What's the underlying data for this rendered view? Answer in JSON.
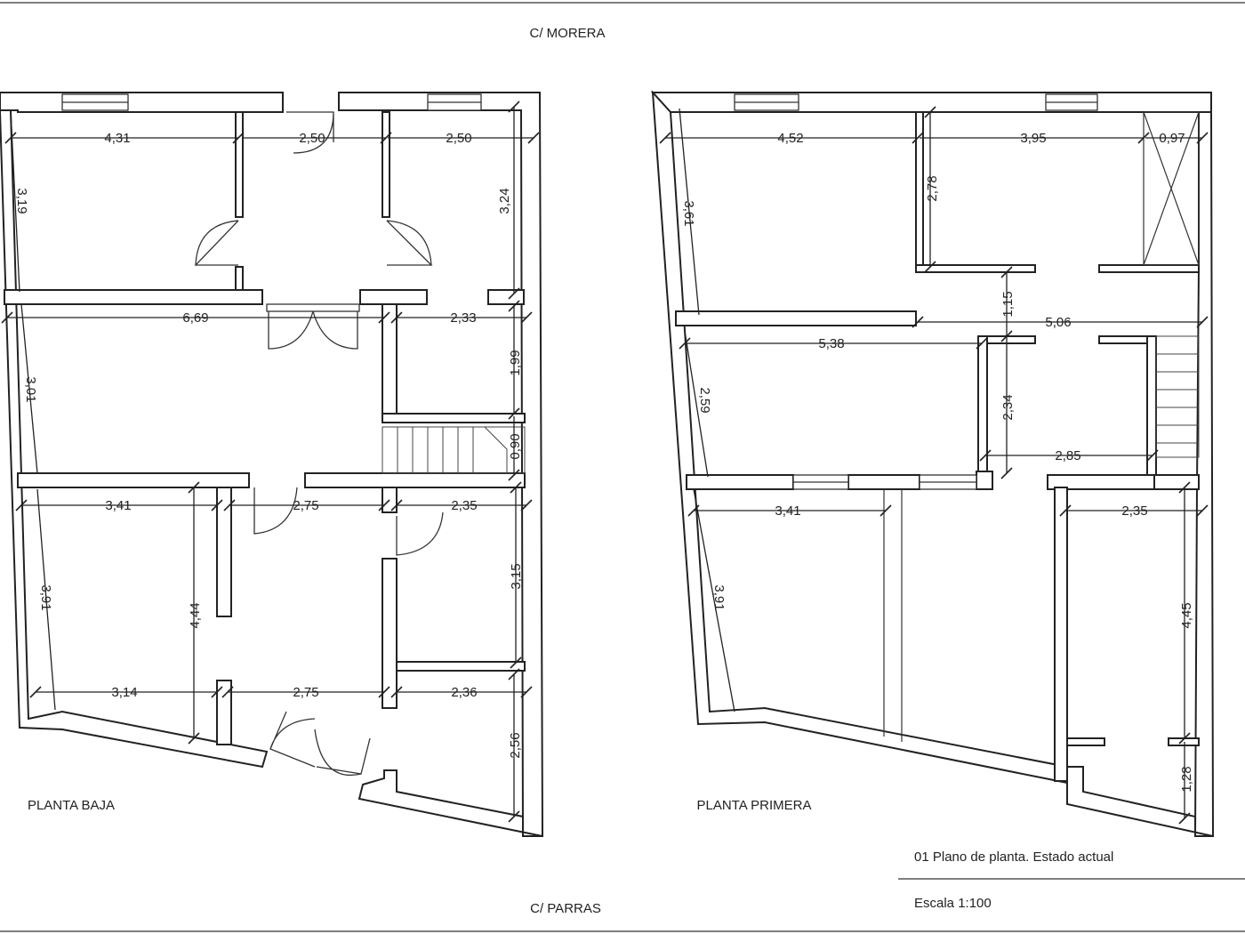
{
  "street_top": "C/ MORERA",
  "street_bottom": "C/ PARRAS",
  "floor_ground_label": "PLANTA BAJA",
  "floor_first_label": "PLANTA PRIMERA",
  "title_block": {
    "title": "01 Plano de planta. Estado actual",
    "scale": "Escala 1:100"
  },
  "ground_dims": {
    "d431": "4,31",
    "d250a": "2,50",
    "d250b": "2,50",
    "d319": "3,19",
    "d324": "3,24",
    "d669": "6,69",
    "d233": "2,33",
    "d301": "3,01",
    "d199": "1,99",
    "d090": "0,90",
    "d341": "3,41",
    "d275a": "2,75",
    "d235": "2,35",
    "d391": "3,91",
    "d444": "4,44",
    "d315": "3,15",
    "d314": "3,14",
    "d275b": "2,75",
    "d236": "2,36",
    "d256": "2,56"
  },
  "first_dims": {
    "d452": "4,52",
    "d395": "3,95",
    "d097": "0,97",
    "d361": "3,61",
    "d278": "2,78",
    "d115": "1,15",
    "d506": "5,06",
    "d538": "5,38",
    "d259": "2,59",
    "d234": "2,34",
    "d285": "2,85",
    "d341": "3,41",
    "d235": "2,35",
    "d391": "3,91",
    "d445": "4,45",
    "d128": "1,28"
  }
}
